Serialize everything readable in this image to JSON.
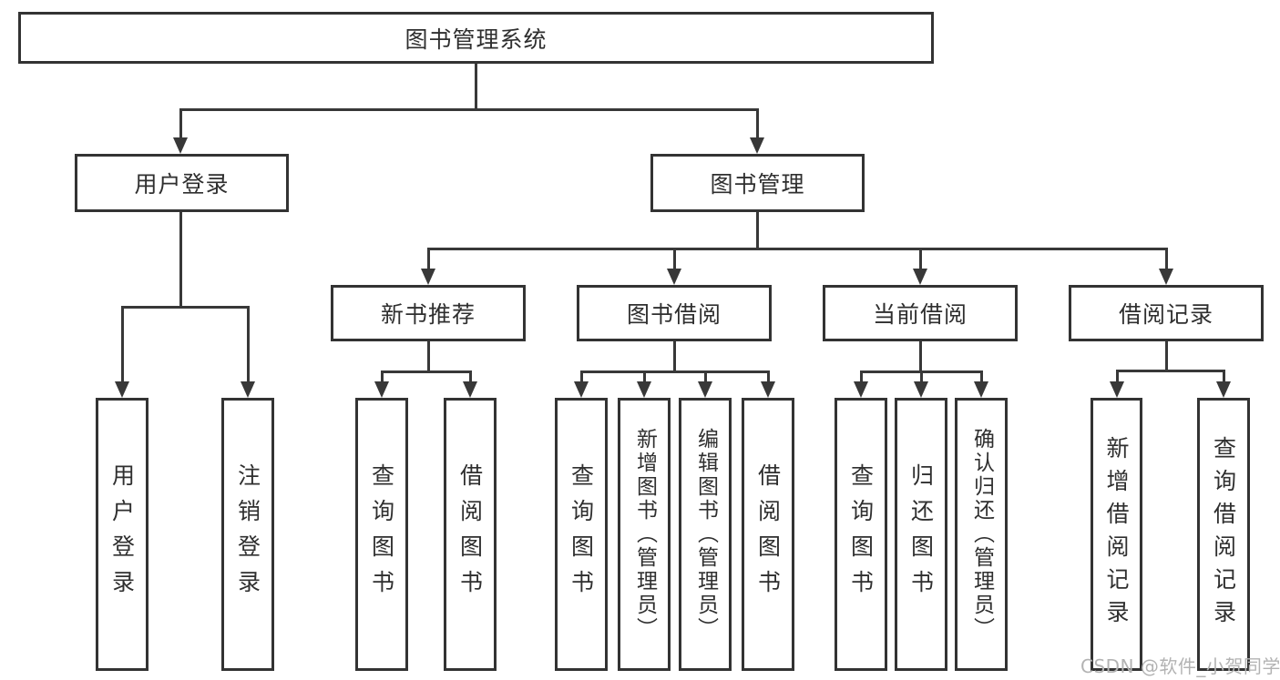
{
  "tree": {
    "label": "图书管理系统",
    "children": [
      {
        "label": "用户登录",
        "children": [
          {
            "label": "用户登录"
          },
          {
            "label": "注销登录"
          }
        ]
      },
      {
        "label": "图书管理",
        "children": [
          {
            "label": "新书推荐",
            "children": [
              {
                "label": "查询图书"
              },
              {
                "label": "借阅图书"
              }
            ]
          },
          {
            "label": "图书借阅",
            "children": [
              {
                "label": "查询图书"
              },
              {
                "label": "新增图书（管理员）"
              },
              {
                "label": "编辑图书（管理员）"
              },
              {
                "label": "借阅图书"
              }
            ]
          },
          {
            "label": "当前借阅",
            "children": [
              {
                "label": "查询图书"
              },
              {
                "label": "归还图书"
              },
              {
                "label": "确认归还（管理员）"
              }
            ]
          },
          {
            "label": "借阅记录",
            "children": [
              {
                "label": "新增借阅记录"
              },
              {
                "label": "查询借阅记录"
              }
            ]
          }
        ]
      }
    ]
  },
  "watermark": {
    "text": "CSDN @软件_小贺同学"
  },
  "colors": {
    "line": "#383838",
    "box_border": "#333333",
    "text": "#2f2f2f",
    "watermark": "#b3b3b3",
    "background": "#ffffff"
  }
}
